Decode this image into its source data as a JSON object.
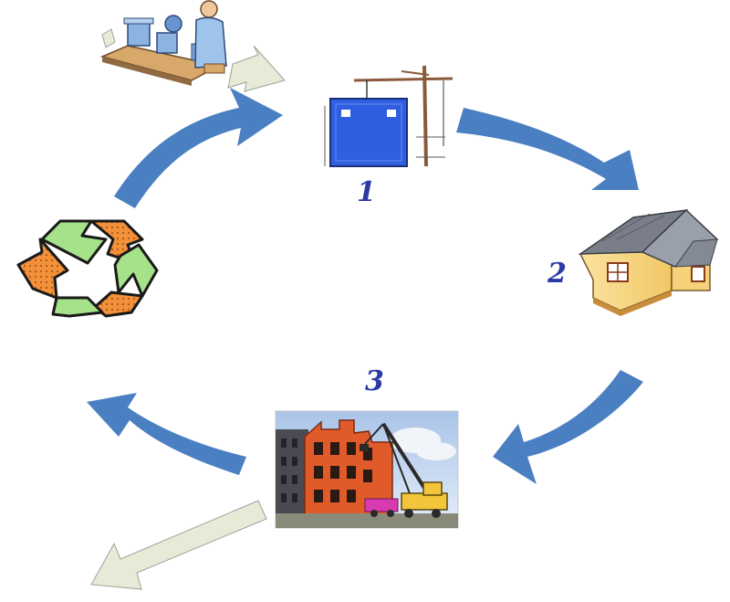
{
  "steps": [
    {
      "label": "1",
      "stage": "construction"
    },
    {
      "label": "2",
      "stage": "use"
    },
    {
      "label": "3",
      "stage": "demolition"
    }
  ],
  "icons": {
    "manufacturing": "factory-worker-icon",
    "construction": "crane-building-icon",
    "use": "house-icon",
    "demolition": "demolition-site-icon",
    "recycling": "recycle-icon"
  },
  "colors": {
    "cycle_arrow": "#4a7fc1",
    "outflow_arrow": "#e6ead6",
    "outflow_arrow_stroke": "#9aa59a",
    "label": "#2b3aa6",
    "recycle_green": "#a6e28a",
    "recycle_orange": "#f3903a"
  }
}
